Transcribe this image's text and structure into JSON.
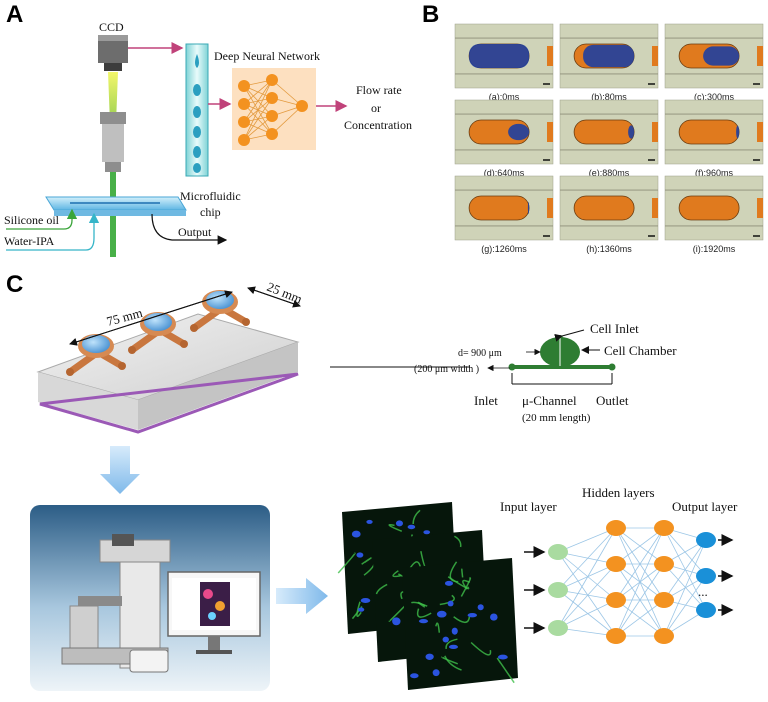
{
  "panels": {
    "a": "A",
    "b": "B",
    "c": "C"
  },
  "panel_a": {
    "ccd": "CCD",
    "dnn": "Deep Neural Network",
    "flow_rate": "Flow rate",
    "or": "or",
    "concentration": "Concentration",
    "microfluidic": "Microfluidic",
    "chip": "chip",
    "silicone_oil": "Silicone oil",
    "water_ipa": "Water-IPA",
    "output": "Output"
  },
  "panel_b": {
    "frames": [
      "(a):0ms",
      "(b):80ms",
      "(c):300ms",
      "(d):640ms",
      "(e):880ms",
      "(f):960ms",
      "(g):1260ms",
      "(h):1360ms",
      "(i):1920ms"
    ],
    "blue_fraction": [
      1.0,
      0.85,
      0.6,
      0.35,
      0.1,
      0.05,
      0.02,
      0.0,
      0.0
    ]
  },
  "panel_c": {
    "dim_length": "75 mm",
    "dim_width": "25 mm",
    "diameter": "d= 900 μm",
    "width_label": "(200 μm width )",
    "cell_inlet": "Cell Inlet",
    "cell_chamber": "Cell Chamber",
    "inlet": "Inlet",
    "channel": "μ-Channel",
    "channel_length": "(20 mm length)",
    "outlet": "Outlet",
    "input_layer": "Input layer",
    "hidden_layers": "Hidden layers",
    "output_layer": "Output layer",
    "ellipsis": "..."
  },
  "colors": {
    "droplet_orange": "#e07a1e",
    "droplet_blue": "#1f3fa0",
    "neuron_green": "#a9dba0",
    "neuron_orange": "#f39220",
    "neuron_blue": "#1a90d8",
    "channel_green": "#2e7d32",
    "nn_box": "#fde0c0",
    "arrow_magenta": "#c0427a"
  }
}
